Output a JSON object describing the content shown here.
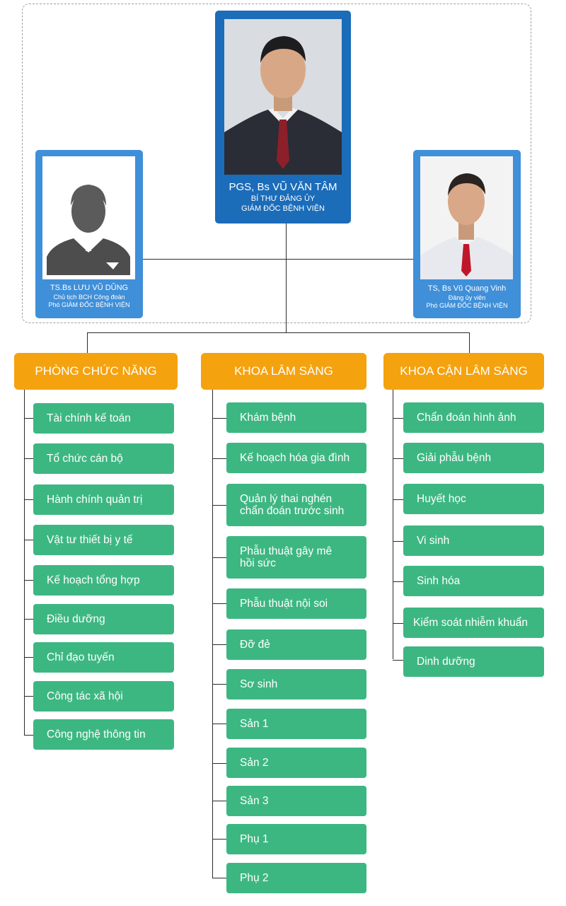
{
  "leaders": {
    "center": {
      "name": "PGS, Bs VŨ VĂN TÂM",
      "role1": "BÍ THƯ ĐẢNG ỦY",
      "role2": "GIÁM ĐỐC BỆNH VIỆN"
    },
    "left": {
      "name": "TS.Bs LƯU VŨ DŨNG",
      "role1": "Chủ tịch BCH Công đoàn",
      "role2": "Phó GIÁM ĐỐC BỆNH VIỆN"
    },
    "right": {
      "name": "TS, Bs Vũ Quang Vinh",
      "role1": "Đảng ủy viên",
      "role2": "Phó GIÁM ĐỐC BỆNH VIỆN"
    }
  },
  "departments": [
    {
      "title": "PHÒNG CHỨC NĂNG",
      "items": [
        "Tài chính kế toán",
        "Tổ chức cán bộ",
        "Hành chính quản trị",
        "Vật tư thiết bị y tế",
        "Kế hoạch tổng hợp",
        "Điều dưỡng",
        "Chỉ đạo tuyến",
        "Công tác xã hội",
        "Công nghệ thông tin"
      ]
    },
    {
      "title": "KHOA LÂM SÀNG",
      "items": [
        "Khám bệnh",
        "Kế hoạch hóa gia đình",
        "Quản lý thai nghén\nchẩn đoán trước sinh",
        "Phẫu thuật gây mê\nhồi sức",
        "Phẫu thuật nội soi",
        "Đỡ đẻ",
        "Sơ sinh",
        "Sản 1",
        "Sản 2",
        "Sản 3",
        "Phụ 1",
        "Phụ 2"
      ]
    },
    {
      "title": "KHOA CẬN LÂM SÀNG",
      "items": [
        "Chẩn đoán hình ảnh",
        "Giải phẫu bệnh",
        "Huyết học",
        "Vi sinh",
        "Sinh hóa",
        "Kiểm soát nhiễm khuẩn",
        "Dinh dưỡng"
      ]
    }
  ],
  "colors": {
    "header": "#f5a20f",
    "item": "#3db782",
    "card": "#3f8fd9",
    "card_main": "#1b6cb9"
  }
}
